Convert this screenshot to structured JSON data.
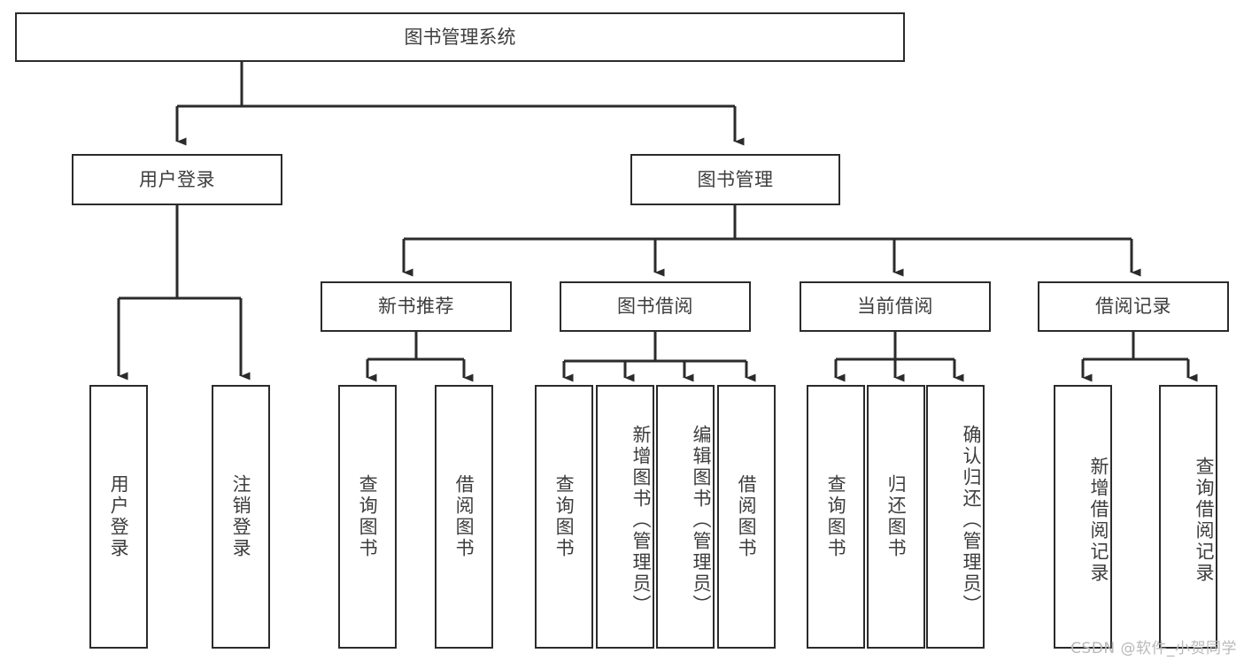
{
  "diagram": {
    "title": "图书管理系统",
    "type": "hierarchy-tree",
    "root": {
      "label": "图书管理系统",
      "orientation": "horizontal"
    },
    "level2": [
      {
        "label": "用户登录",
        "orientation": "horizontal"
      },
      {
        "label": "图书管理",
        "orientation": "horizontal"
      }
    ],
    "level3": [
      {
        "label": "新书推荐",
        "orientation": "horizontal",
        "parent": "图书管理"
      },
      {
        "label": "图书借阅",
        "orientation": "horizontal",
        "parent": "图书管理"
      },
      {
        "label": "当前借阅",
        "orientation": "horizontal",
        "parent": "图书管理"
      },
      {
        "label": "借阅记录",
        "orientation": "horizontal",
        "parent": "图书管理"
      }
    ],
    "leaves": {
      "user_login": [
        {
          "label": "用户登录",
          "orientation": "vertical"
        },
        {
          "label": "注销登录",
          "orientation": "vertical"
        }
      ],
      "new_book_recommend": [
        {
          "label": "查询图书",
          "orientation": "vertical"
        },
        {
          "label": "借阅图书",
          "orientation": "vertical"
        }
      ],
      "book_borrow": [
        {
          "label": "查询图书",
          "orientation": "vertical"
        },
        {
          "label": "新增图书（管理员）",
          "orientation": "vertical"
        },
        {
          "label": "编辑图书（管理员）",
          "orientation": "vertical"
        },
        {
          "label": "借阅图书",
          "orientation": "vertical"
        }
      ],
      "current_borrow": [
        {
          "label": "查询图书",
          "orientation": "vertical"
        },
        {
          "label": "归还图书",
          "orientation": "vertical"
        },
        {
          "label": "确认归还（管理员）",
          "orientation": "vertical"
        }
      ],
      "borrow_record": [
        {
          "label": "新增借阅记录",
          "orientation": "vertical"
        },
        {
          "label": "查询借阅记录",
          "orientation": "vertical"
        }
      ]
    }
  },
  "watermark": {
    "text": "CSDN @软件_小贺同学"
  },
  "colors": {
    "box_border": "#2b2b2b",
    "box_fill": "#ffffff",
    "text": "#3d3d3d",
    "connector": "#2b2b2b",
    "watermark": "#b9b9b9",
    "background": "#ffffff"
  }
}
